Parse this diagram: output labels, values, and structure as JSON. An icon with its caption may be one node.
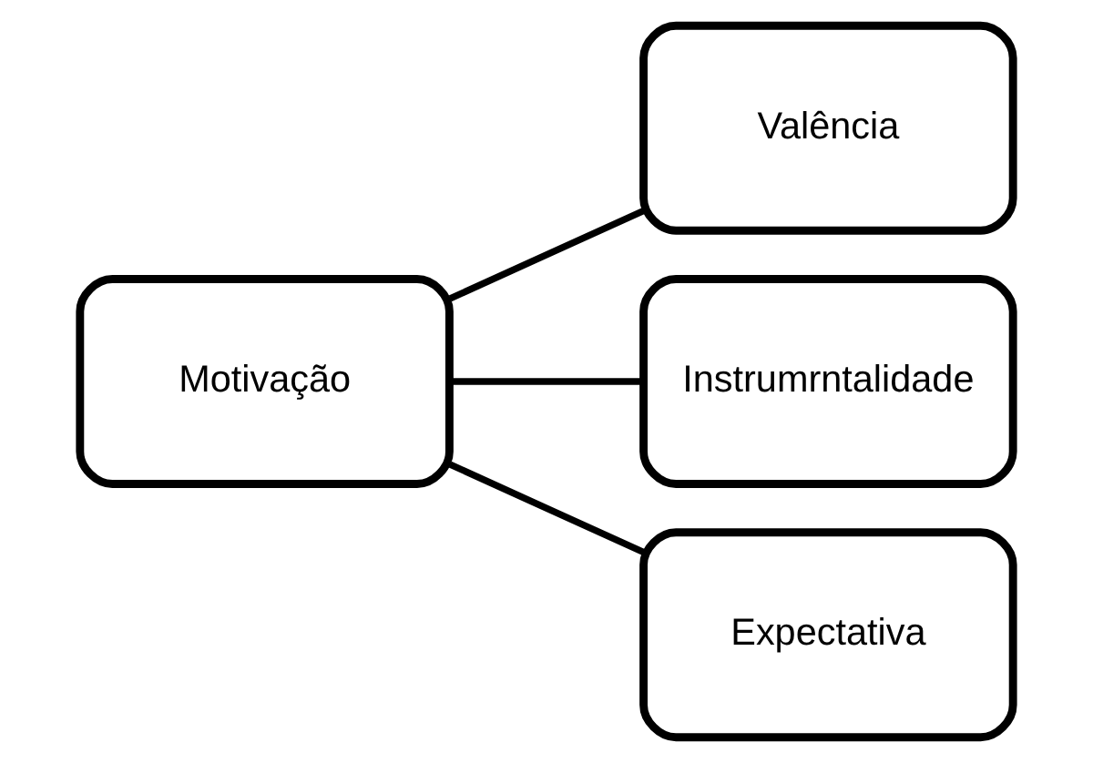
{
  "diagram": {
    "nodes": [
      {
        "text": [
          "Motivação"
        ]
      },
      {
        "text": [
          "Valência"
        ]
      },
      {
        "text": [
          "Instrumrntalidade"
        ]
      },
      {
        "text": [
          "Expectativa"
        ]
      }
    ],
    "edges": [
      {
        "from": 0,
        "to": 1,
        "arrow": "none"
      },
      {
        "from": 0,
        "to": 2,
        "arrow": "none"
      },
      {
        "from": 0,
        "to": 3,
        "arrow": "none"
      }
    ]
  }
}
